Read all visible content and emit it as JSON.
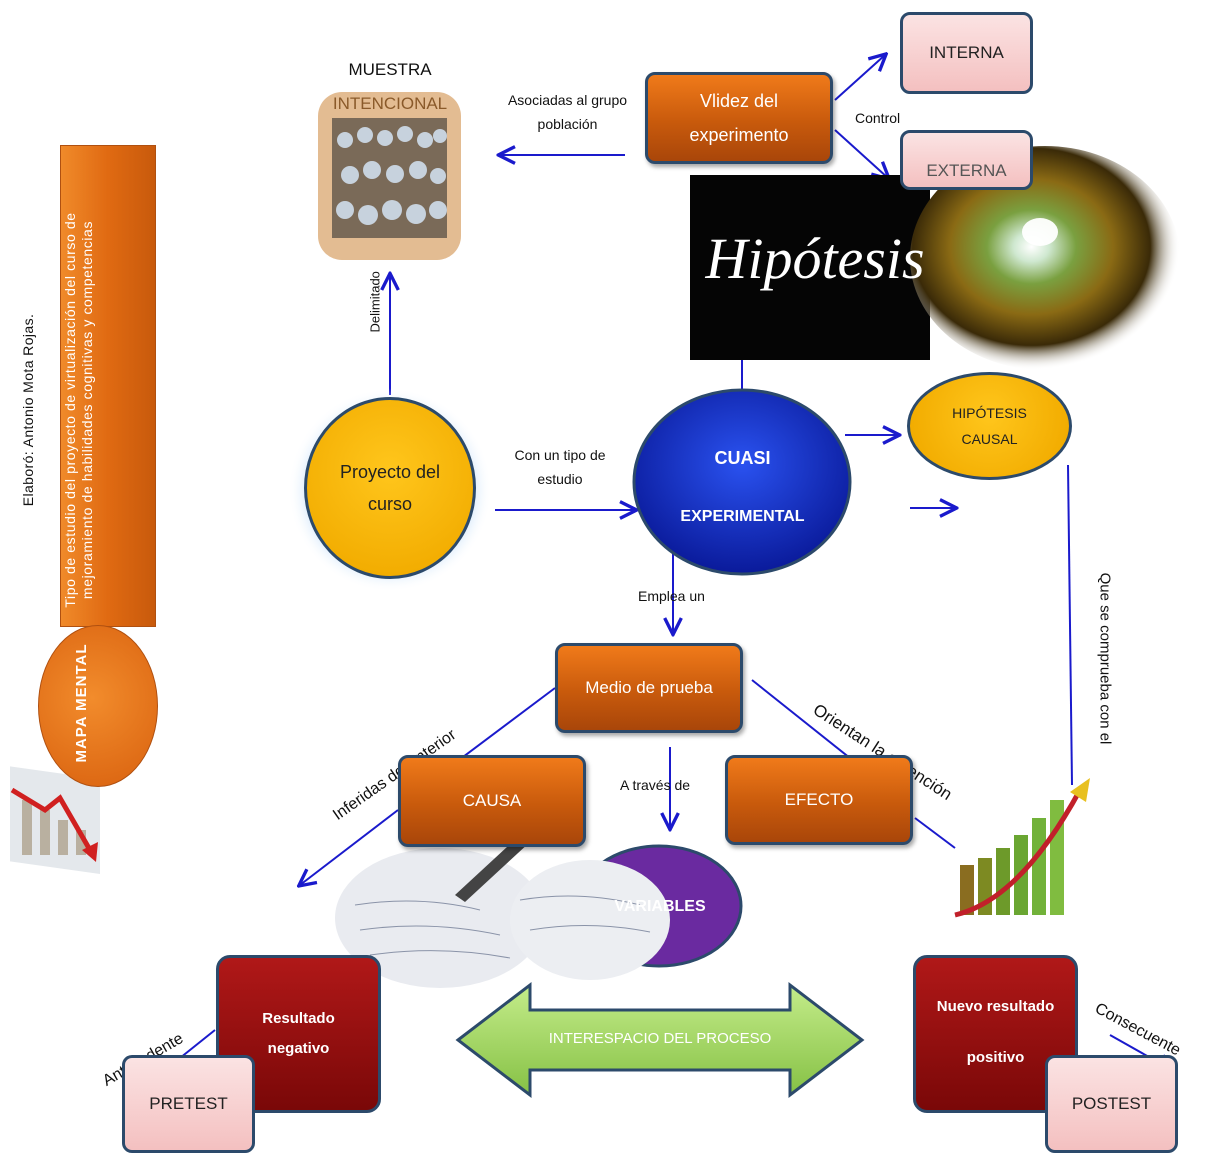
{
  "author_credit": "Elaboró: Antonio Mota Rojas.",
  "side_banner": "Tipo de estudio del proyecto de virtualización del curso de mejoramiento de habilidades cognitivas y competencias",
  "mapa_mental": "MAPA MENTAL",
  "muestra_title": "MUESTRA",
  "muestra_subtitle": "INTENCIONAL",
  "delimitado": "Delimitado",
  "asociadas": "Asociadas al grupo población",
  "validez": "Vlidez del experimento",
  "control": "Control",
  "interna": "INTERNA",
  "externa": "EXTERNA",
  "hipotesis_image_text": "Hipótesis",
  "proyecto": "Proyecto del curso",
  "con_un_tipo": "Con un tipo de estudio",
  "cuasi_line1": "CUASI",
  "cuasi_line2": "EXPERIMENTAL",
  "hipotesis_causal": "HIPÓTESIS CAUSAL",
  "emplea": "Emplea un",
  "medio": "Medio de prueba",
  "orientan": "Orientan la obtención",
  "inferidas": "Inferidas del anterior",
  "que_se_comprueba": "Que se comprueba con el",
  "causa": "CAUSA",
  "a_traves": "A través de",
  "efecto": "EFECTO",
  "variables": "VARIABLES",
  "antecedente": "Antecedente",
  "resultado_negativo": "Resultado negativo",
  "interespacio": "INTERESPACIO DEL PROCESO",
  "nuevo_resultado_1": "Nuevo resultado",
  "nuevo_resultado_2": "positivo",
  "consecuente": "Consecuente",
  "pretest": "PRETEST",
  "postest": "POSTEST",
  "colors": {
    "arrow": "#1a1acc",
    "orange": "#e06a12",
    "yellow": "#f5b300",
    "blue": "#1030c8",
    "purple": "#6a2aa0",
    "maroon": "#8e0c0c",
    "green": "#9bd25a"
  }
}
